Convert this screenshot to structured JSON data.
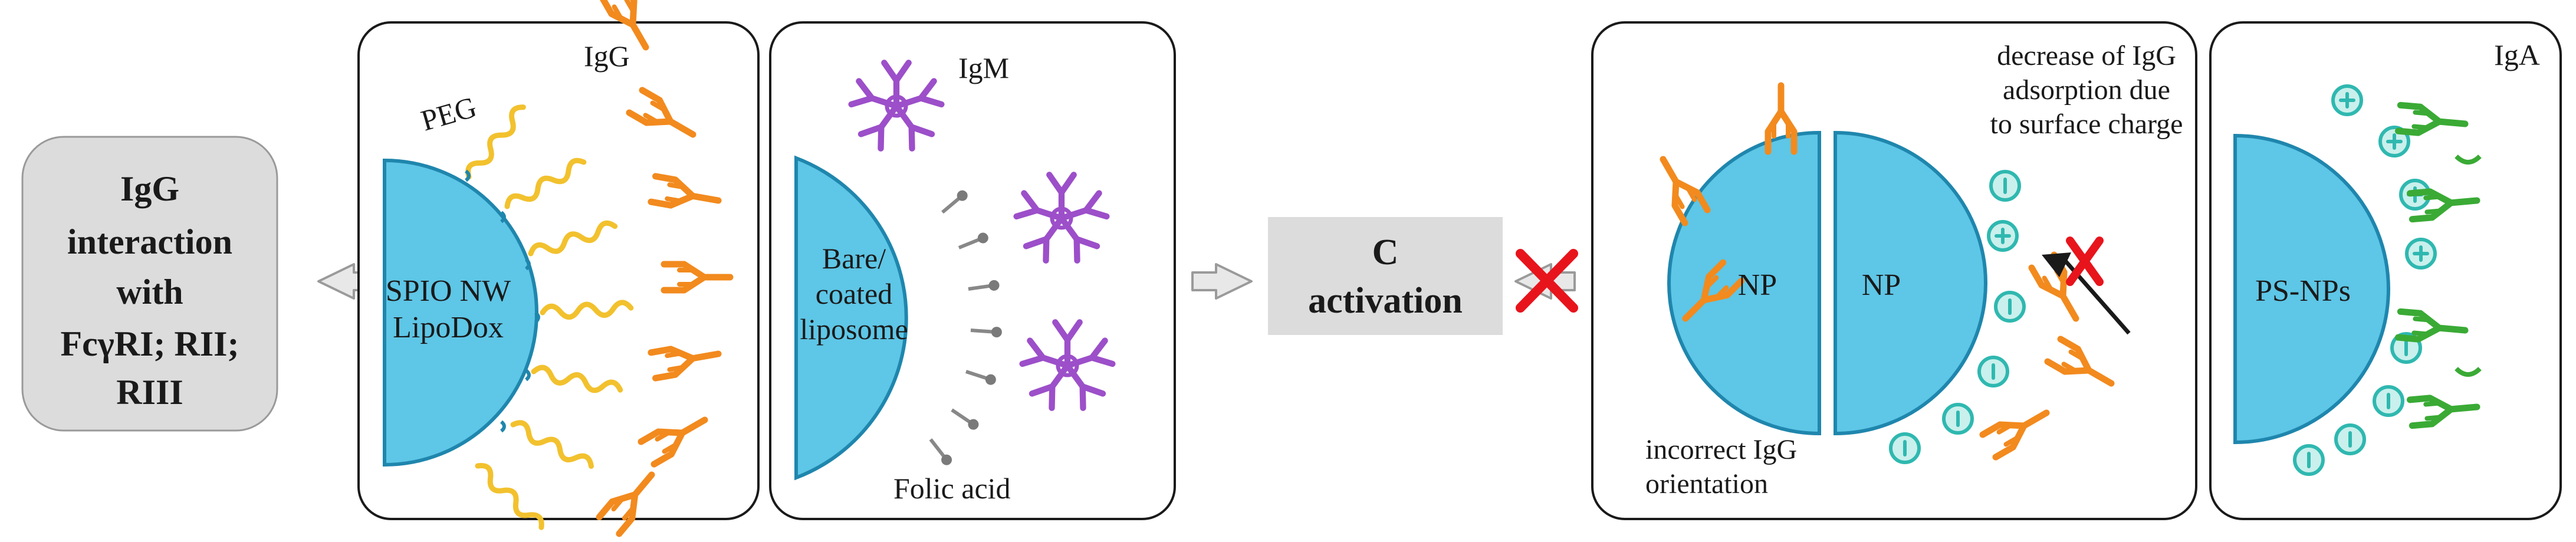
{
  "fcgr_box": {
    "lines": [
      "IgG",
      "interaction",
      "with",
      "FcγRI; RII;",
      "RIII"
    ]
  },
  "panel_spio": {
    "core_lines": [
      "SPIO NW",
      "LipoDox"
    ],
    "peg_label": "PEG",
    "igg_label": "IgG"
  },
  "panel_liposome": {
    "core_lines": [
      "Bare/",
      "coated",
      "liposome"
    ],
    "igm_label": "IgM",
    "folic_label": "Folic acid"
  },
  "c_activation": {
    "lines": [
      "C",
      "activation"
    ]
  },
  "panel_np": {
    "np_left_label": "NP",
    "np_right_label": "NP",
    "caption_lines": [
      "decrease of IgG",
      "adsorption due",
      "to surface charge"
    ],
    "orientation_lines": [
      "incorrect IgG",
      "orientation"
    ]
  },
  "panel_ps": {
    "core_label": "PS-NPs",
    "iga_label": "IgA"
  },
  "colors": {
    "particle": "#5ec6e6",
    "particle_stroke": "#1f86ad",
    "igg": "#f28a1e",
    "igm": "#9c4fc9",
    "iga": "#3aaa35",
    "peg": "#f2c12e",
    "charge": "#2fb8b0",
    "x_mark": "#e8141c",
    "arrow_fill": "#e8e8e8",
    "arrow_stroke": "#9a9a9a",
    "box_gray": "#dcdcdc"
  },
  "icons": [
    "left-arrow-icon",
    "right-arrow-icon",
    "x-mark-icon",
    "plus-charge-icon",
    "minus-charge-icon"
  ]
}
